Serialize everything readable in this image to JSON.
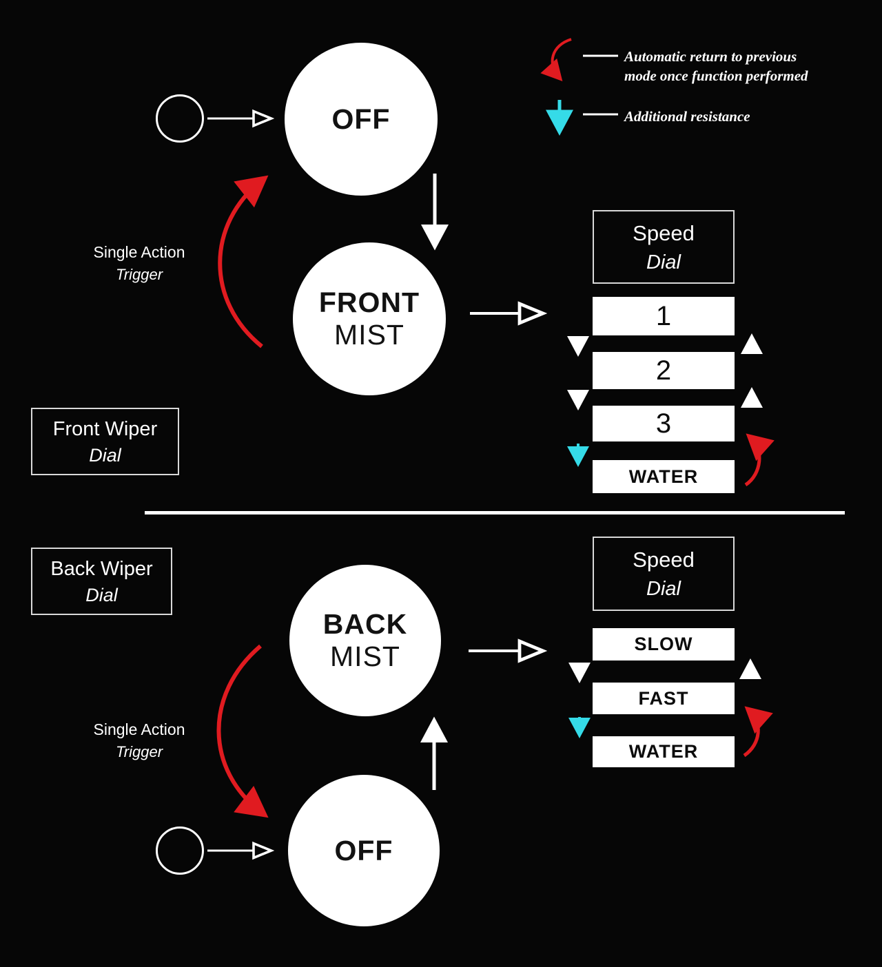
{
  "colors": {
    "background": "#060606",
    "white": "#ffffff",
    "red": "#e01b20",
    "cyan": "#35dbe8"
  },
  "legend": {
    "auto_return_line1": "Automatic return to previous",
    "auto_return_line2": "mode once function performed",
    "resistance": "Additional resistance"
  },
  "front": {
    "dial_label": {
      "title": "Front Wiper",
      "subtitle": "Dial"
    },
    "trigger": {
      "line1": "Single Action",
      "line2": "Trigger"
    },
    "states": {
      "off": "OFF",
      "mist_line1": "FRONT",
      "mist_line2": "MIST"
    },
    "speed_dial": {
      "title": "Speed",
      "subtitle": "Dial"
    },
    "speeds": [
      "1",
      "2",
      "3",
      "WATER"
    ]
  },
  "back": {
    "dial_label": {
      "title": "Back Wiper",
      "subtitle": "Dial"
    },
    "trigger": {
      "line1": "Single Action",
      "line2": "Trigger"
    },
    "states": {
      "off": "OFF",
      "mist_line1": "BACK",
      "mist_line2": "MIST"
    },
    "speed_dial": {
      "title": "Speed",
      "subtitle": "Dial"
    },
    "speeds": [
      "SLOW",
      "FAST",
      "WATER"
    ]
  }
}
